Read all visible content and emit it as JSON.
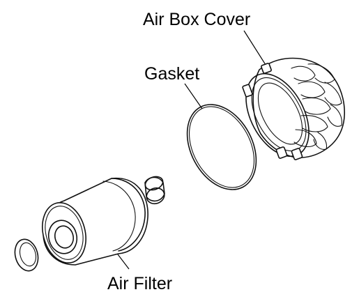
{
  "labels": {
    "air_box_cover": "Air Box Cover",
    "gasket": "Gasket",
    "air_filter": "Air Filter"
  }
}
